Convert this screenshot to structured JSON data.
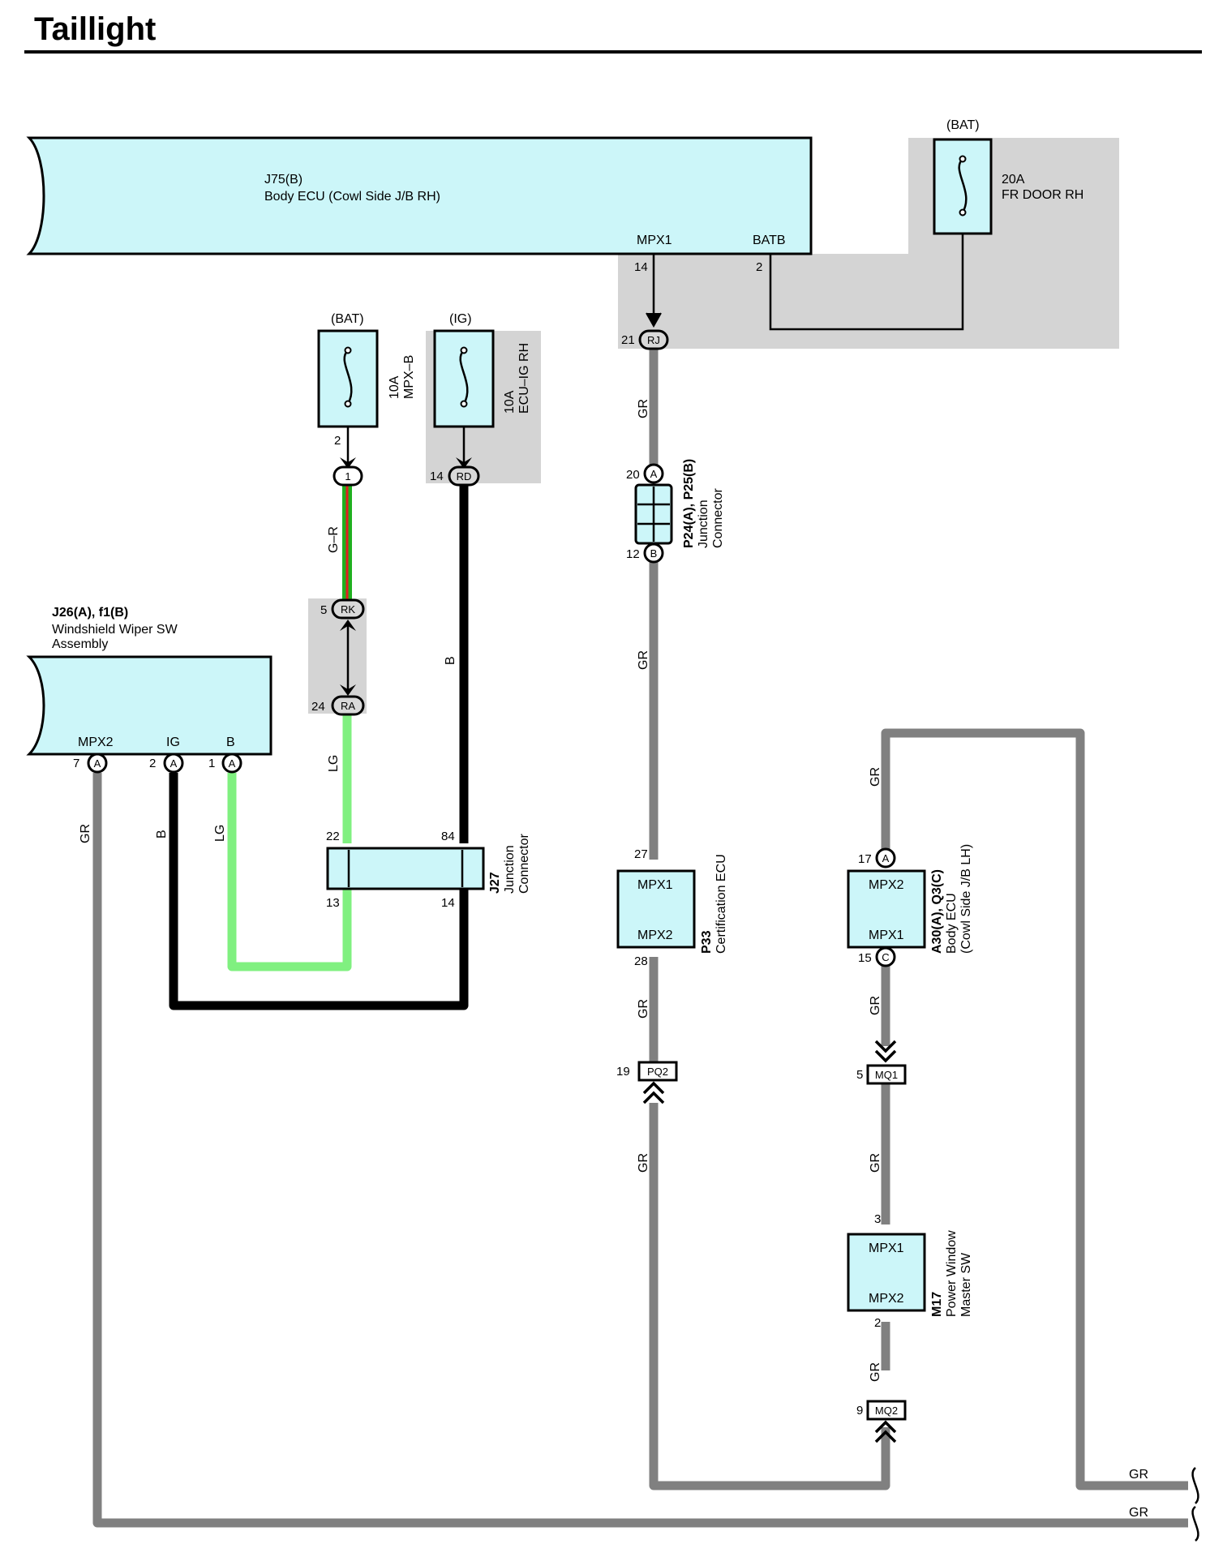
{
  "title": "Taillight",
  "components": {
    "j75": {
      "id": "J75(B)",
      "name": "Body ECU (Cowl Side J/B RH)",
      "pin_mpx1": "MPX1",
      "pin_batb": "BATB",
      "pin_mpx1_no": "14",
      "pin_batb_no": "2"
    },
    "j26": {
      "id": "J26(A), f1(B)",
      "name1": "Windshield Wiper SW",
      "name2": "Assembly",
      "pin_mpx2": "MPX2",
      "pin_ig": "IG",
      "pin_b": "B",
      "n_mpx2": "7",
      "n_ig": "2",
      "n_b": "1",
      "conn": "A"
    },
    "j27": {
      "id": "J27",
      "name1": "Junction",
      "name2": "Connector",
      "p22": "22",
      "p84": "84",
      "p13": "13",
      "p14": "14"
    },
    "p24": {
      "id": "P24(A), P25(B)",
      "name1": "Junction",
      "name2": "Connector",
      "p20": "20",
      "p12": "12",
      "ca": "A",
      "cb": "B"
    },
    "p33": {
      "id": "P33",
      "name": "Certification ECU",
      "top": "MPX1",
      "bottom": "MPX2",
      "p27": "27",
      "p28": "28"
    },
    "a30": {
      "id": "A30(A), Q3(C)",
      "name1": "Body ECU",
      "name2": "(Cowl Side J/B LH)",
      "top": "MPX2",
      "bottom": "MPX1",
      "p17": "17",
      "p15": "15",
      "ca": "A",
      "cc": "C"
    },
    "m17": {
      "id": "M17",
      "name1": "Power Window",
      "name2": "Master SW",
      "top": "MPX1",
      "bottom": "MPX2",
      "p3": "3",
      "p2": "2"
    }
  },
  "fuses": {
    "fr_door": {
      "source": "(BAT)",
      "rating": "20A",
      "name": "FR DOOR RH"
    },
    "mpx_b": {
      "source": "(BAT)",
      "rating": "10A",
      "name": "MPX–B",
      "pin": "2"
    },
    "ecu_ig": {
      "source": "(IG)",
      "rating": "10A",
      "name": "ECU–IG RH"
    }
  },
  "connectors": {
    "rj": {
      "code": "RJ",
      "pin": "21"
    },
    "rd": {
      "code": "RD",
      "pin": "14"
    },
    "c1": {
      "code": "1"
    },
    "rk": {
      "code": "RK",
      "pin": "5"
    },
    "ra": {
      "code": "RA",
      "pin": "24"
    },
    "pq2": {
      "code": "PQ2",
      "pin": "19"
    },
    "mq1": {
      "code": "MQ1",
      "pin": "5"
    },
    "mq2": {
      "code": "MQ2",
      "pin": "9"
    }
  },
  "wire_colors": {
    "gr": "GR",
    "b": "B",
    "lg": "LG",
    "gr_stripe": "G–R",
    "hex_gr": "#808080",
    "hex_b": "#000000",
    "hex_lg": "#80f080",
    "hex_ecu": "#ccf6f9"
  }
}
